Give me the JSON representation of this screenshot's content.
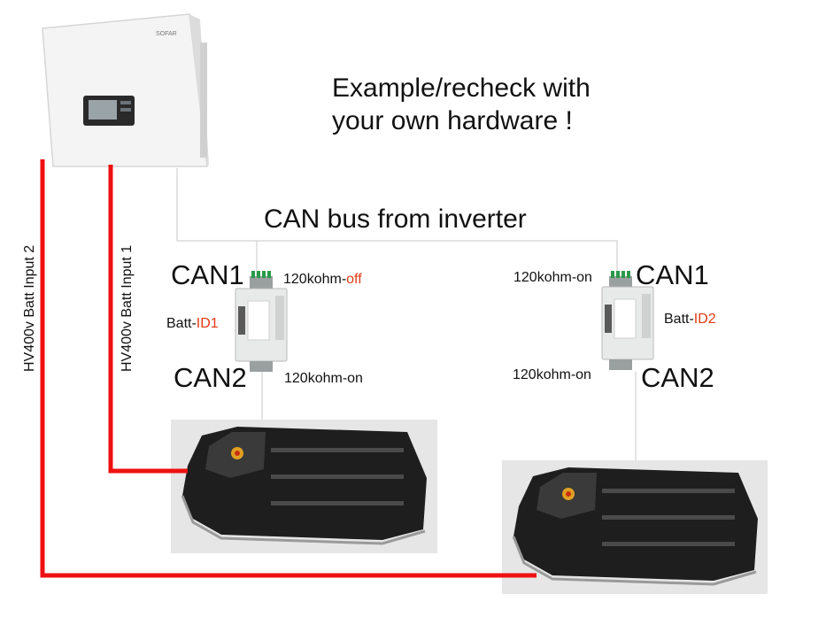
{
  "note": {
    "line1": "Example/recheck with",
    "line2": "your own hardware !"
  },
  "bus_title": "CAN bus from inverter",
  "inverter": {
    "brand": "SOFAR"
  },
  "left_module": {
    "can1": "CAN1",
    "can2": "CAN2",
    "term_can1_prefix": "120kohm-",
    "term_can1_state": "off",
    "term_can2": "120kohm-on",
    "id_prefix": "Batt-",
    "id_value": "ID1"
  },
  "right_module": {
    "can1": "CAN1",
    "can2": "CAN2",
    "term_can1": "120kohm-on",
    "term_can2": "120kohm-on",
    "id_prefix": "Batt-",
    "id_value": "ID2"
  },
  "cables": {
    "input1": "HV400v Batt Input 1",
    "input2": "HV400v Batt Input 2"
  },
  "colors": {
    "hv_cable": "#ee1111",
    "can_wire": "#c8c8c8",
    "highlight": "#e23a12",
    "module_body": "#e8eaea",
    "battery_bg": "#e6e6e6",
    "battery_body": "#1e1e1e"
  }
}
